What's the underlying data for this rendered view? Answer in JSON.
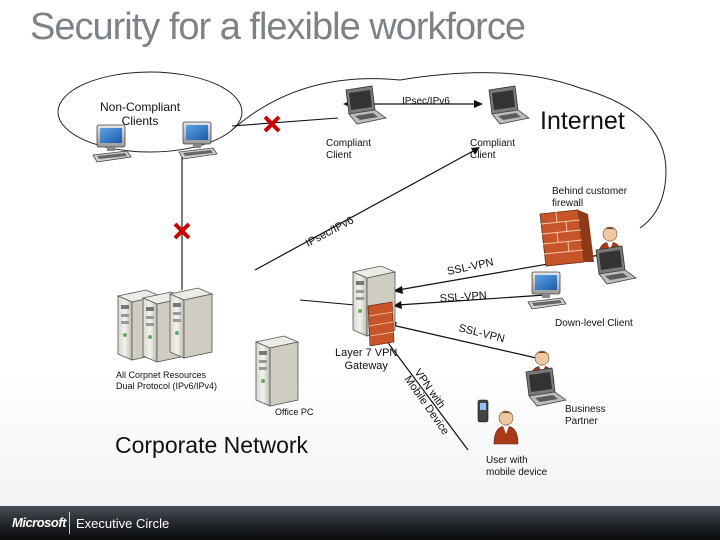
{
  "title": "Security for a flexible workforce",
  "labels": {
    "non_compliant_clients": "Non-Compliant\nClients",
    "ipsec_top": "IPsec/IPv6",
    "internet": "Internet",
    "compliant_client_1": "Compliant\nClient",
    "compliant_client_2": "Compliant\nClient",
    "behind_firewall": "Behind customer\nfirewall",
    "ipsec_diag": "IPsec/IPv6",
    "ssl_vpn_1": "SSL-VPN",
    "ssl_vpn_2": "SSL-VPN",
    "ssl_vpn_3": "SSL-VPN",
    "down_level_client": "Down-level Client",
    "gateway": "Layer 7 VPN\nGateway",
    "corp_resources": "All Corpnet Resources\nDual Protocol (IPv6/IPv4)",
    "office_pc": "Office PC",
    "vpn_mobile": "VPN with\nMobile Device",
    "business_partner": "Business\nPartner",
    "user_mobile": "User with\nmobile device",
    "corporate_network": "Corporate Network"
  },
  "footer": {
    "brand": "Microsoft",
    "product": "Executive Circle"
  },
  "colors": {
    "title": "#7d8288",
    "blocked_x": "#cc0000",
    "footer_bg": "#1d2024"
  },
  "icons": [
    "laptop-icon",
    "desktop-icon",
    "server-icon",
    "firewall-icon",
    "person-icon",
    "mobile-phone-icon",
    "block-x-icon"
  ]
}
